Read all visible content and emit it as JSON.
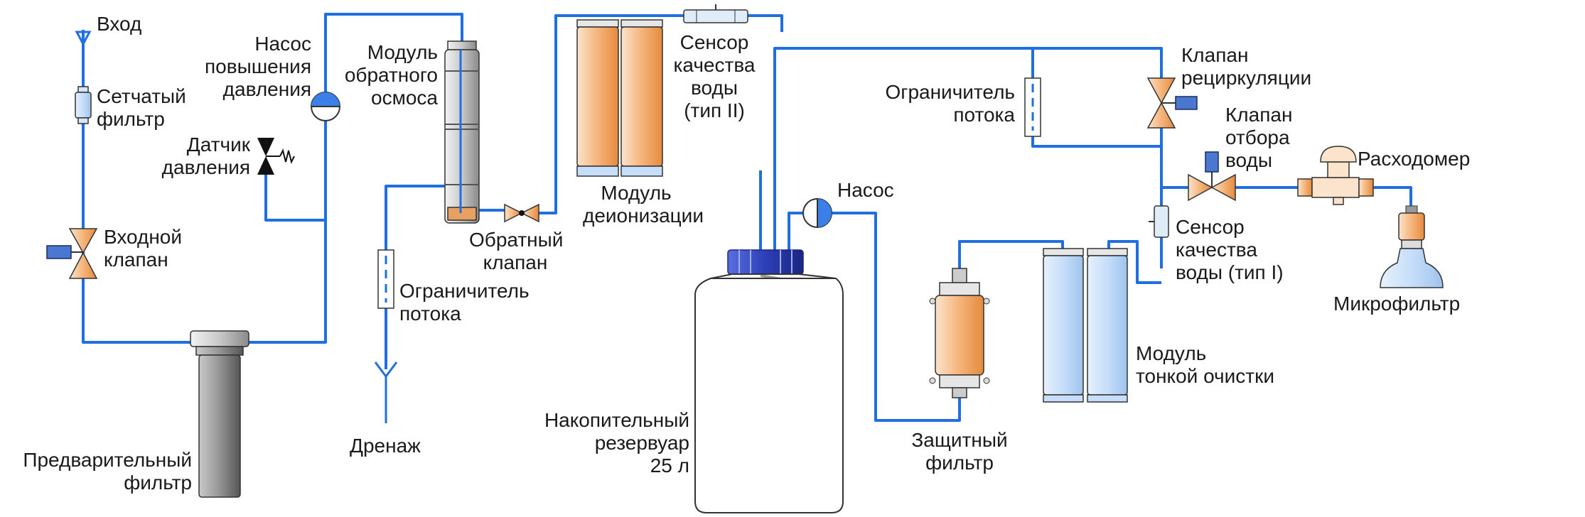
{
  "colors": {
    "pipe": "#1f6fe0",
    "orange_cartridge": "#f0a060",
    "blue_cartridge": "#bcd8f5",
    "valve": "#f5c08a",
    "dark": "#1a1a1a"
  },
  "labels": {
    "inlet": [
      "Вход"
    ],
    "mesh_filter": [
      "Сетчатый",
      "фильтр"
    ],
    "booster_pump": [
      "Насос",
      "повышения",
      "давления"
    ],
    "pressure_sensor": [
      "Датчик",
      "давления"
    ],
    "inlet_valve": [
      "Входной",
      "клапан"
    ],
    "prefilter": [
      "Предварительный",
      "фильтр"
    ],
    "ro_module": [
      "Модуль",
      "обратного",
      "осмоса"
    ],
    "check_valve": [
      "Обратный",
      "клапан"
    ],
    "flow_limiter_left": [
      "Ограничитель",
      "потока"
    ],
    "drain": [
      "Дренаж"
    ],
    "deion_module": [
      "Модуль",
      "деионизации"
    ],
    "sensor_type2": [
      "Сенсор",
      "качества",
      "воды",
      "(тип II)"
    ],
    "tank": [
      "Накопительный",
      "резервуар",
      "25 л"
    ],
    "pump": [
      "Насос"
    ],
    "flow_limiter_right": [
      "Ограничитель",
      "потока"
    ],
    "recirc_valve": [
      "Клапан",
      "рециркуляции"
    ],
    "dispense_valve": [
      "Клапан",
      "отбора",
      "воды"
    ],
    "flowmeter": [
      "Расходомер"
    ],
    "sensor_type1": [
      "Сенсор",
      "качества",
      "воды (тип I)"
    ],
    "microfilter": [
      "Микрофильтр"
    ],
    "polish_module": [
      "Модуль",
      "тонкой очистки"
    ],
    "guard_filter": [
      "Защитный",
      "фильтр"
    ]
  }
}
